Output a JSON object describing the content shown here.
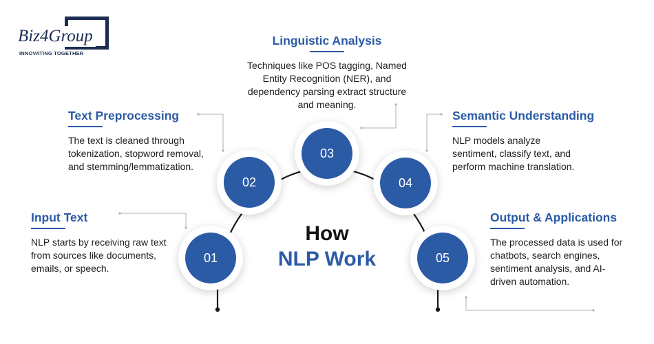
{
  "brand": {
    "name_biz": "Biz",
    "name_four": "4",
    "name_group": "Group",
    "tagline": "INNOVATING TOGETHER"
  },
  "center_title": {
    "line1": "How",
    "line2": "NLP Work"
  },
  "steps": [
    {
      "number": "01",
      "title": "Input Text",
      "description": "NLP starts by receiving raw text from sources like documents, emails, or speech."
    },
    {
      "number": "02",
      "title": "Text Preprocessing",
      "description": "The text is cleaned through tokenization, stopword removal, and stemming/lemmatization."
    },
    {
      "number": "03",
      "title": "Linguistic Analysis",
      "description": "Techniques like POS tagging, Named Entity Recognition (NER), and dependency parsing extract structure and meaning."
    },
    {
      "number": "04",
      "title": "Semantic Understanding",
      "description": "NLP models analyze sentiment, classify text, and perform machine translation."
    },
    {
      "number": "05",
      "title": "Output & Applications",
      "description": "The processed data is used for chatbots, search engines, sentiment analysis, and AI-driven automation."
    }
  ],
  "colors": {
    "accent": "#2c5ba6",
    "brand_navy": "#1c2d52",
    "arc": "#1a1a1a",
    "connector": "#b0b0b0"
  }
}
